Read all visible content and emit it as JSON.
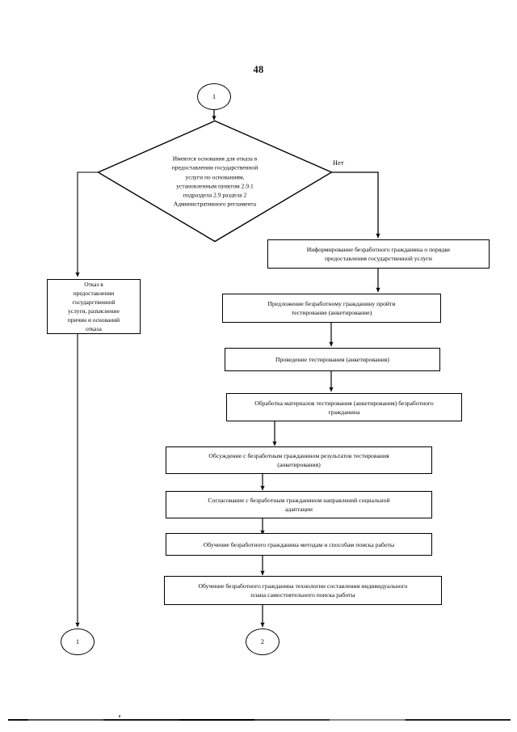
{
  "document": {
    "page_number": "48",
    "language": "ru"
  },
  "flowchart": {
    "start_connector": {
      "label": "1"
    },
    "decision": {
      "text": "Имеются основания для отказа в предоставлении государственной услуги по основаниям, установленным пунктом 2.9.1 подраздела 2.9 раздела 2 Административного регламента",
      "lines": [
        "Имеются основания для отказа в",
        "предоставлении государственной",
        "услуги по основаниям,",
        "установленным пунктом 2.9.1",
        "подраздела 2.9 раздела 2",
        "Административного регламента"
      ],
      "branch_no_label": "Нет"
    },
    "refusal_box": {
      "text": "Отказ в предоставлении государственной услуги, разъяснение причин и оснований отказа",
      "lines": [
        "Отказ в",
        "предоставлении",
        "государственной",
        "услуги, разъяснение",
        "причин и оснований",
        "отказа"
      ]
    },
    "process_steps": [
      {
        "id": "step-1",
        "text": "Информирование безработного гражданина о порядке предоставления государственной услуги",
        "lines": [
          "Информирование безработного гражданина о порядке",
          "предоставления государственной услуги"
        ]
      },
      {
        "id": "step-2",
        "text": "Предложение безработному гражданину пройти тестирование (анкетирование)",
        "lines": [
          "Предложение безработному гражданину пройти",
          "тестирование (анкетирование)"
        ]
      },
      {
        "id": "step-3",
        "text": "Проведение тестирования (анкетирования)",
        "lines": [
          "Проведение тестирования (анкетирования)"
        ]
      },
      {
        "id": "step-4",
        "text": "Обработка материалов тестирования (анкетирования) безработного гражданина",
        "lines": [
          "Обработка материалов тестирования (анкетирования) безработного",
          "гражданина"
        ]
      },
      {
        "id": "step-5",
        "text": "Обсуждение с безработным гражданином результатов тестирования (анкетирования)",
        "lines": [
          "Обсуждение с безработным гражданином результатов тестирования",
          "(анкетирования)"
        ]
      },
      {
        "id": "step-6",
        "text": "Согласование с безработным гражданином направлений социальной адаптации",
        "lines": [
          "Согласование с безработным гражданином направлений социальной",
          "адаптации"
        ]
      },
      {
        "id": "step-7",
        "text": "Обучение безработного гражданина методам и способам поиска работы",
        "lines": [
          "Обучение безработного гражданина методам и способам поиска работы"
        ]
      },
      {
        "id": "step-8",
        "text": "Обучение безработного гражданина технологии составления индивидуального плана самостоятельного поиска работы",
        "lines": [
          "Обучение безработного гражданина технологии составления индивидуального",
          "плана самостоятельного поиска работы"
        ]
      }
    ],
    "end_connectors": [
      {
        "id": "end-left",
        "label": "1"
      },
      {
        "id": "end-right",
        "label": "2"
      }
    ]
  },
  "colors": {
    "ink": "#000000",
    "paper": "#ffffff"
  }
}
